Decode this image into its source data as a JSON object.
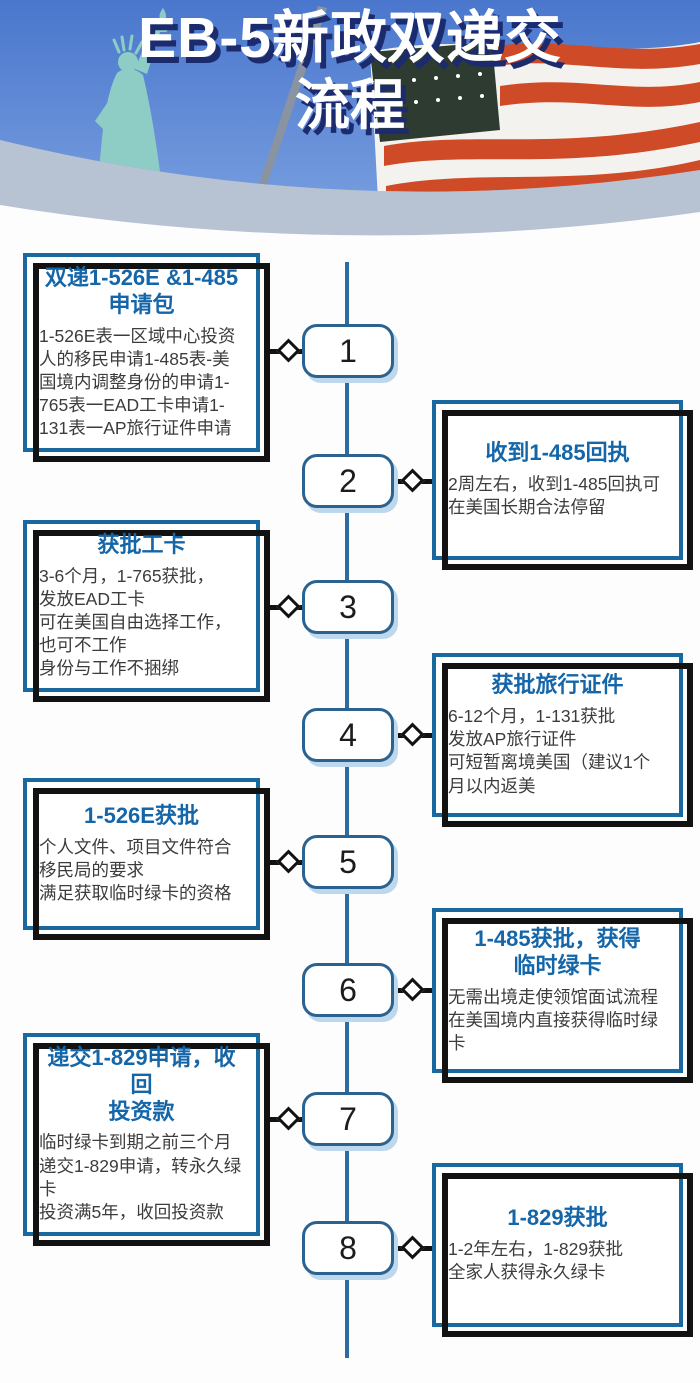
{
  "header": {
    "title_line1": "EB-5新政双递交",
    "title_line2": "流程"
  },
  "steps": [
    {
      "num": "1",
      "side": "left",
      "title": "双递1-526E &1-485\n申请包",
      "body": "1-526E表一区域中心投资人的移民申请1-485表-美国境内调整身份的申请1-765表一EAD工卡申请1-131表一AP旅行证件申请"
    },
    {
      "num": "2",
      "side": "right",
      "title": "收到1-485回执",
      "body": "2周左右，收到1-485回执可在美国长期合法停留"
    },
    {
      "num": "3",
      "side": "left",
      "title": "获批工卡",
      "body": "3-6个月，1-765获批，\n发放EAD工卡\n可在美国自由选择工作，\n也可不工作\n身份与工作不捆绑"
    },
    {
      "num": "4",
      "side": "right",
      "title": "获批旅行证件",
      "body": "6-12个月，1-131获批\n发放AP旅行证件\n可短暂离境美国（建议1个月以内返美"
    },
    {
      "num": "5",
      "side": "left",
      "title": "1-526E获批",
      "body": "个人文件、项目文件符合移民局的要求\n满足获取临时绿卡的资格"
    },
    {
      "num": "6",
      "side": "right",
      "title": "1-485获批，获得\n临时绿卡",
      "body": "无需出境走使领馆面试流程\n在美国境内直接获得临时绿卡"
    },
    {
      "num": "7",
      "side": "left",
      "title": "递交1-829申请，收回\n投资款",
      "body": "临时绿卡到期之前三个月\n递交1-829申请，转永久绿卡\n投资满5年，收回投资款"
    },
    {
      "num": "8",
      "side": "right",
      "title": "1-829获批",
      "body": "1-2年左右，1-829获批\n全家人获得永久绿卡"
    }
  ],
  "colors": {
    "title_blue": "#1566a9",
    "box_border": "#19689f",
    "node_border": "#2b628f",
    "timeline": "#2b6ca3",
    "shadow_black": "#121212",
    "node_shadow": "#bdd7ec",
    "band": "#b7c3d3",
    "sky_top": "#4a77cd",
    "sky_bottom": "#7aa0e0",
    "header_shadow": "#1c2a6e",
    "flag_red": "#cf4a26",
    "canton": "#2d3b31",
    "statue_teal": "#8ecdc5",
    "pole_gray": "#8a93a1",
    "body_text": "#3c3c3c"
  }
}
